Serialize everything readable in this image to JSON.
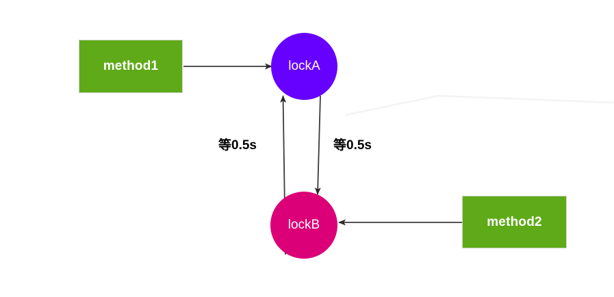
{
  "diagram": {
    "title": "deadlock-diagram",
    "colors": {
      "process_fill": "#5faa18",
      "lock_a_fill": "#6600ff",
      "lock_b_fill": "#db0077",
      "edge_stroke": "#3a3a3a",
      "background": "#ffffff",
      "node_text": "#ffffff",
      "label_text": "#000000"
    },
    "nodes": [
      {
        "id": "method1",
        "label": "method1",
        "shape": "rectangle",
        "fill": "#5faa18"
      },
      {
        "id": "lockA",
        "label": "lockA",
        "shape": "circle",
        "fill": "#6600ff"
      },
      {
        "id": "lockB",
        "label": "lockB",
        "shape": "circle",
        "fill": "#db0077"
      },
      {
        "id": "method2",
        "label": "method2",
        "shape": "rectangle",
        "fill": "#5faa18"
      }
    ],
    "edges": [
      {
        "id": "method1-to-lockA",
        "from": "method1",
        "to": "lockA",
        "label": "",
        "direction": "right"
      },
      {
        "id": "lockB-to-lockA",
        "from": "lockB",
        "to": "lockA",
        "label": "等0.5s",
        "direction": "up"
      },
      {
        "id": "lockA-to-lockB",
        "from": "lockA",
        "to": "lockB",
        "label": "等0.5s",
        "direction": "down"
      },
      {
        "id": "method2-to-lockB",
        "from": "method2",
        "to": "lockB",
        "label": "",
        "direction": "left"
      }
    ],
    "labels": {
      "wait_left": "等0.5s",
      "wait_right": "等0.5s"
    }
  }
}
